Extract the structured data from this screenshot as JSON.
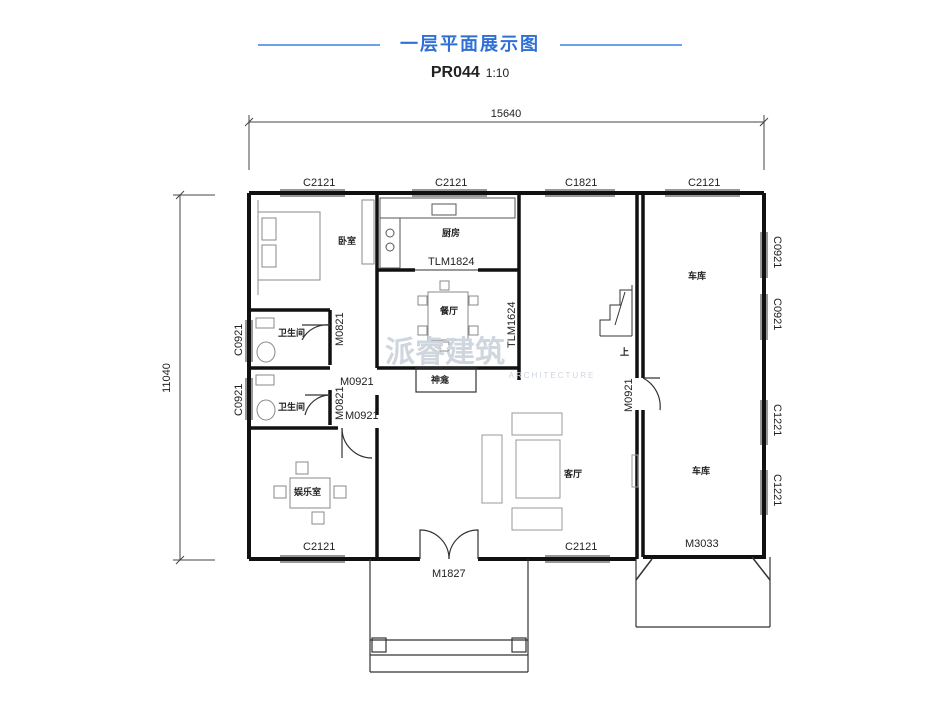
{
  "header": {
    "title": "一层平面展示图",
    "code": "PR044",
    "scale": "1:10",
    "accent": "#2f6fd6"
  },
  "dimensions": {
    "width": "15640",
    "height": "11040"
  },
  "rooms": {
    "bedroom": "卧室",
    "kitchen": "厨房",
    "dining": "餐厅",
    "bath1": "卫生间",
    "bath2": "卫生间",
    "shrine": "神龛",
    "living": "客厅",
    "garage1": "车库",
    "garage2": "车库",
    "entertainment": "娱乐室",
    "up": "上"
  },
  "labels": {
    "w_top_1": "C2121",
    "w_top_2": "C2121",
    "w_top_3": "C1821",
    "w_top_4": "C2121",
    "w_bottom_1": "C2121",
    "w_bottom_2": "C2121",
    "w_left_1": "C0921",
    "w_left_2": "C0921",
    "w_right_1": "C0921",
    "w_right_2": "C0921",
    "w_right_3": "C1221",
    "w_right_4": "C1221",
    "d_tlm1824": "TLM1824",
    "d_tlm1624": "TLM1624",
    "d_m0821_a": "M0821",
    "d_m0821_b": "M0821",
    "d_m0921_a": "M0921",
    "d_m0921_b": "M0921",
    "d_m0921_c": "M0921",
    "d_m1827": "M1827",
    "d_m3033": "M3033"
  },
  "watermark": {
    "brand": "派睿建筑",
    "sub": "ARCHITECTURE"
  }
}
